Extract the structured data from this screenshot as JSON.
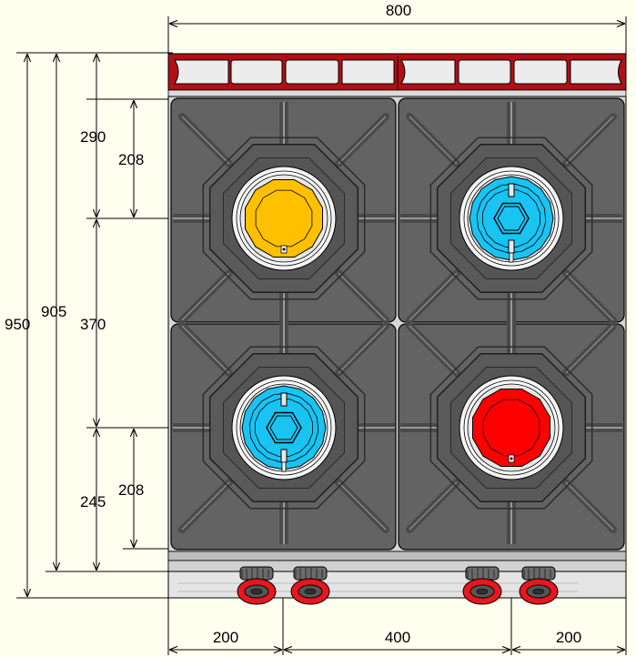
{
  "dimensions": {
    "top_width": "800",
    "left_950": "950",
    "left_905": "905",
    "left_370": "370",
    "left_290": "290",
    "left_245": "245",
    "upper_208": "208",
    "lower_208": "208",
    "bottom_left": "200",
    "bottom_middle": "400",
    "bottom_right": "200"
  },
  "burners": [
    {
      "position": "top-left",
      "style": "solid",
      "color": "#ffc000"
    },
    {
      "position": "top-right",
      "style": "flame-spreader",
      "color": "#19c3f2"
    },
    {
      "position": "bottom-left",
      "style": "flame-spreader",
      "color": "#19c3f2"
    },
    {
      "position": "bottom-right",
      "style": "solid",
      "color": "#ff0000"
    }
  ],
  "colors": {
    "background": "#fffff0",
    "backsplash": "#b01016",
    "grate": "#636363",
    "knob_ring": "#e8161e",
    "front_panel": "#e4e4e4"
  }
}
